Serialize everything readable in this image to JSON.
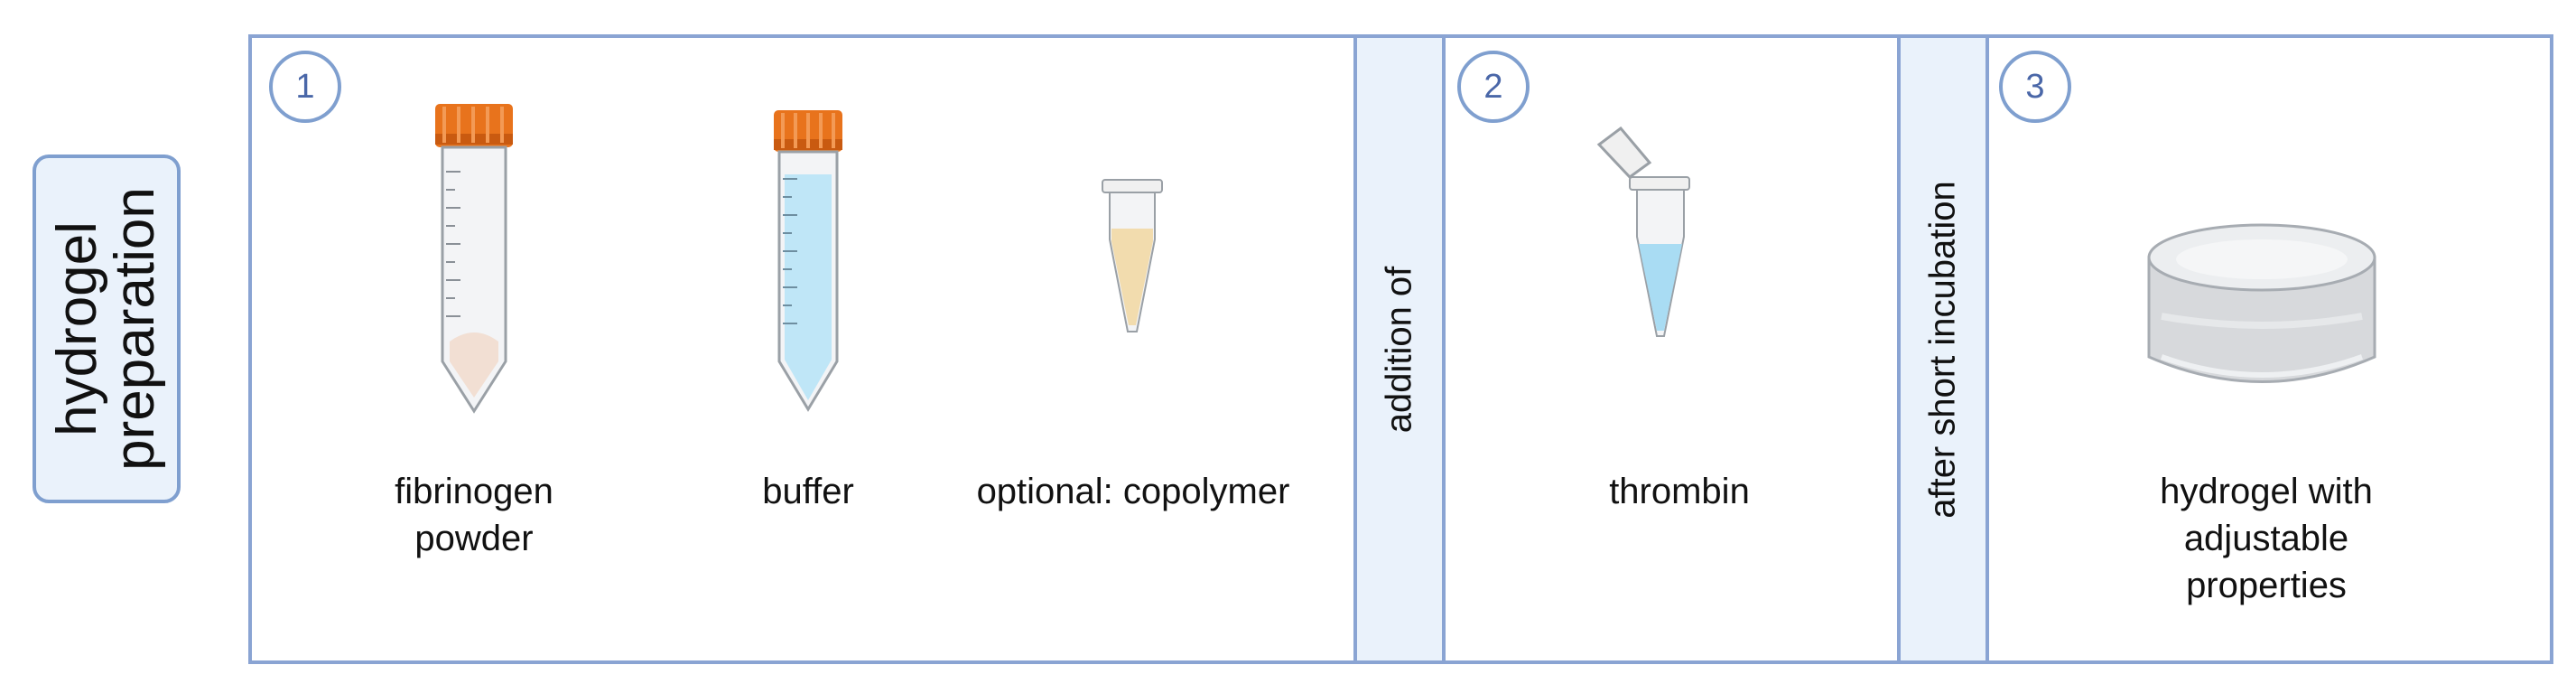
{
  "side_label": {
    "line1": "hydrogel",
    "line2": "preparation"
  },
  "step1": {
    "number": "1",
    "items": [
      {
        "label": "fibrinogen\npowder",
        "icon": "falcon-tube-powder-icon"
      },
      {
        "label": "buffer",
        "icon": "falcon-tube-buffer-icon"
      },
      {
        "label": "optional: copolymer",
        "icon": "microtube-powder-icon"
      }
    ]
  },
  "connector1": {
    "label": "addition of"
  },
  "step2": {
    "number": "2",
    "items": [
      {
        "label": "thrombin",
        "icon": "microtube-liquid-icon"
      }
    ]
  },
  "connector2": {
    "label": "after short incubation"
  },
  "step3": {
    "number": "3",
    "items": [
      {
        "label": "hydrogel with\nadjustable\nproperties",
        "icon": "hydrogel-disc-icon"
      }
    ]
  },
  "colors": {
    "frame": "#8aa4d3",
    "band_fill": "#eaf2fb",
    "cap_orange": "#e8731c",
    "liquid_blue": "#a9dcf3",
    "number_text": "#4a67a8"
  }
}
